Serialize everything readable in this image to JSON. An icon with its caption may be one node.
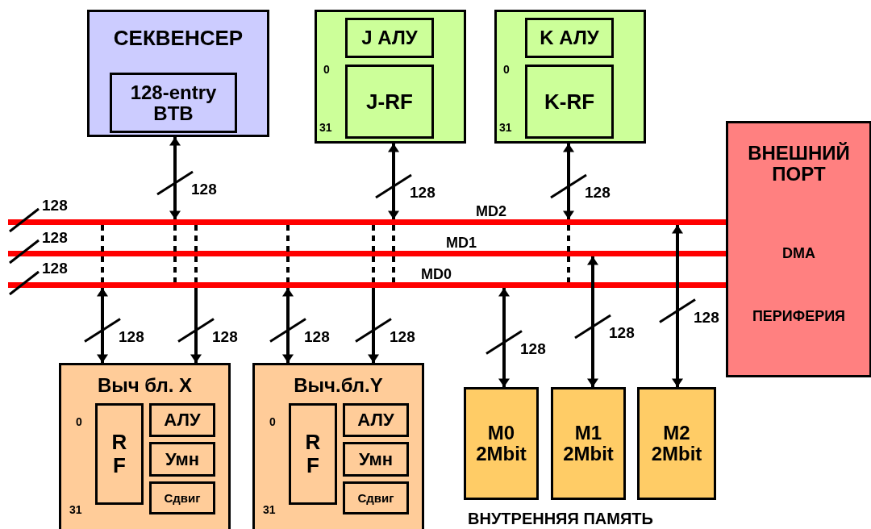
{
  "diagram": {
    "nodes": [
      {
        "text": [
          "СЕКВЕНСЕР"
        ]
      },
      {
        "text": [
          "128-entry BTB"
        ],
        "in": 0
      },
      {
        "text": [
          "0",
          "31"
        ]
      },
      {
        "text": [
          "J АЛУ"
        ],
        "in": 2
      },
      {
        "text": [
          "J-RF"
        ],
        "in": 2
      },
      {
        "text": [
          "0",
          "31"
        ]
      },
      {
        "text": [
          "K АЛУ"
        ],
        "in": 5
      },
      {
        "text": [
          "K-RF"
        ],
        "in": 5
      },
      {
        "text": [
          "ВНЕШНИЙ ПОРТ",
          "DMA",
          "ПЕРИФЕРИЯ"
        ]
      },
      {
        "text": [],
        "shape": "bar"
      },
      {
        "text": [],
        "shape": "bar"
      },
      {
        "text": [],
        "shape": "bar"
      },
      {
        "text": [
          "Выч бл. X",
          "0",
          "31"
        ]
      },
      {
        "text": [
          "R F"
        ],
        "in": 12
      },
      {
        "text": [
          "АЛУ"
        ],
        "in": 12
      },
      {
        "text": [
          "Умн"
        ],
        "in": 12
      },
      {
        "text": [
          "Сдвиг"
        ],
        "in": 12
      },
      {
        "text": [
          "Выч.бл.Y",
          "0",
          "31"
        ]
      },
      {
        "text": [
          "R F"
        ],
        "in": 17
      },
      {
        "text": [
          "АЛУ"
        ],
        "in": 17
      },
      {
        "text": [
          "Умн"
        ],
        "in": 17
      },
      {
        "text": [
          "Сдвиг"
        ],
        "in": 17
      },
      {
        "text": [
          "M0 2Mbit"
        ]
      },
      {
        "text": [
          "M1 2Mbit"
        ]
      },
      {
        "text": [
          "M2 2Mbit"
        ]
      }
    ],
    "edges": [
      {
        "from": 0,
        "to": 9,
        "arrow": "both",
        "label": "128"
      },
      {
        "from": 9,
        "to": 11,
        "arrow": "none",
        "style": "dashed"
      },
      {
        "from": 2,
        "to": 9,
        "arrow": "both",
        "label": "128"
      },
      {
        "from": 9,
        "to": 11,
        "arrow": "none",
        "style": "dashed"
      },
      {
        "from": 5,
        "to": 9,
        "arrow": "both",
        "label": "128"
      },
      {
        "from": 9,
        "to": 11,
        "arrow": "none",
        "style": "dashed"
      },
      {
        "from": 12,
        "to": 11,
        "arrow": "both",
        "label": "128"
      },
      {
        "from": 9,
        "to": 11,
        "arrow": "none",
        "style": "dashed"
      },
      {
        "from": 11,
        "to": 12,
        "arrow": "to",
        "label": "128"
      },
      {
        "from": 9,
        "to": 11,
        "arrow": "none",
        "style": "dashed"
      },
      {
        "from": 17,
        "to": 11,
        "arrow": "both",
        "label": "128"
      },
      {
        "from": 9,
        "to": 11,
        "arrow": "none",
        "style": "dashed"
      },
      {
        "from": 11,
        "to": 17,
        "arrow": "to",
        "label": "128"
      },
      {
        "from": 9,
        "to": 11,
        "arrow": "none",
        "style": "dashed"
      },
      {
        "from": 22,
        "to": 11,
        "arrow": "both",
        "label": "128"
      },
      {
        "from": 23,
        "to": 10,
        "arrow": "both",
        "label": "128"
      },
      {
        "from": 24,
        "to": 9,
        "arrow": "both",
        "label": "128"
      }
    ],
    "labels": [
      "128",
      "128",
      "128",
      "MD2",
      "MD1",
      "MD0",
      "ВНУТРЕННЯЯ ПАМЯТЬ"
    ]
  }
}
